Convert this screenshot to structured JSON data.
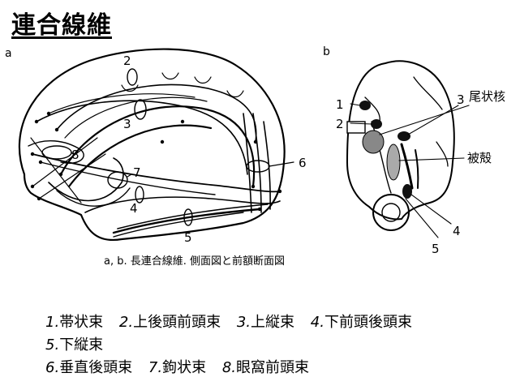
{
  "title": "連合線維",
  "figure": {
    "panel_a_label": "a",
    "panel_b_label": "b",
    "caption": "a, b. 長連合線維. 側面図と前額断面図",
    "labels_a": {
      "n2": "2",
      "n3": "3",
      "n4": "4",
      "n5": "5",
      "n6": "6",
      "n7": "7",
      "n8": "8"
    },
    "labels_b": {
      "n1": "1",
      "n2": "2",
      "n3": "3",
      "n4": "4",
      "n5": "5",
      "caudate": "尾状核",
      "putamen": "被殻"
    }
  },
  "legend": {
    "rows": [
      [
        {
          "num": "1.",
          "name": "帯状束"
        },
        {
          "num": "2.",
          "name": "上後頭前頭束"
        },
        {
          "num": "3.",
          "name": "上縦束"
        },
        {
          "num": "4.",
          "name": "下前頭後頭束"
        }
      ],
      [
        {
          "num": "5.",
          "name": "下縦束"
        }
      ],
      [
        {
          "num": "6.",
          "name": "垂直後頭束"
        },
        {
          "num": "7.",
          "name": "鉤状束"
        },
        {
          "num": "8.",
          "name": "眼窩前頭束"
        }
      ]
    ]
  }
}
